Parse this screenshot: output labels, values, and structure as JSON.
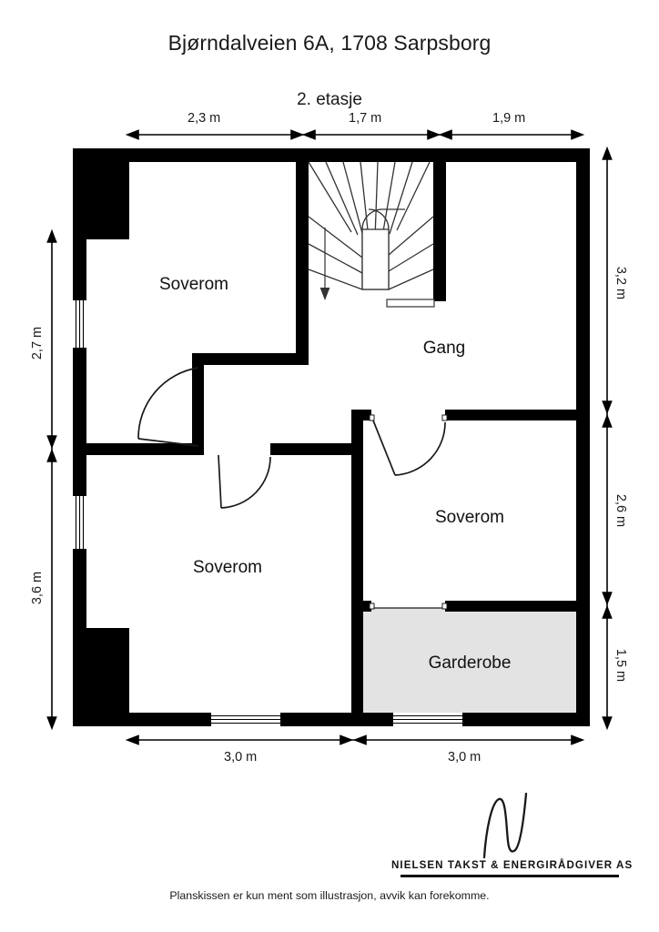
{
  "header": {
    "title": "Bjørndalveien 6A, 1708 Sarpsborg",
    "floor_label": "2. etasje"
  },
  "rooms": [
    {
      "name": "Soverom",
      "id": "soverom-top-left"
    },
    {
      "name": "Gang",
      "id": "gang"
    },
    {
      "name": "Soverom",
      "id": "soverom-bottom-left"
    },
    {
      "name": "Soverom",
      "id": "soverom-right"
    },
    {
      "name": "Garderobe",
      "id": "garderobe"
    }
  ],
  "dimensions": {
    "top": [
      "2,3 m",
      "1,7 m",
      "1,9 m"
    ],
    "left": [
      "2,7 m",
      "3,6 m"
    ],
    "right": [
      "3,2 m",
      "2,6 m",
      "1,5 m"
    ],
    "bottom": [
      "3,0 m",
      "3,0 m"
    ]
  },
  "footer": {
    "company": "NIELSEN TAKST & ENERGIRÅDGIVER AS",
    "disclaimer": "Planskissen er kun ment som illustrasjon, avvik kan forekomme."
  },
  "colors": {
    "wall": "#000000",
    "background": "#ffffff",
    "garderobe_fill": "#e3e3e3",
    "door_line": "#1a1a1a",
    "dimension_line": "#000000"
  }
}
